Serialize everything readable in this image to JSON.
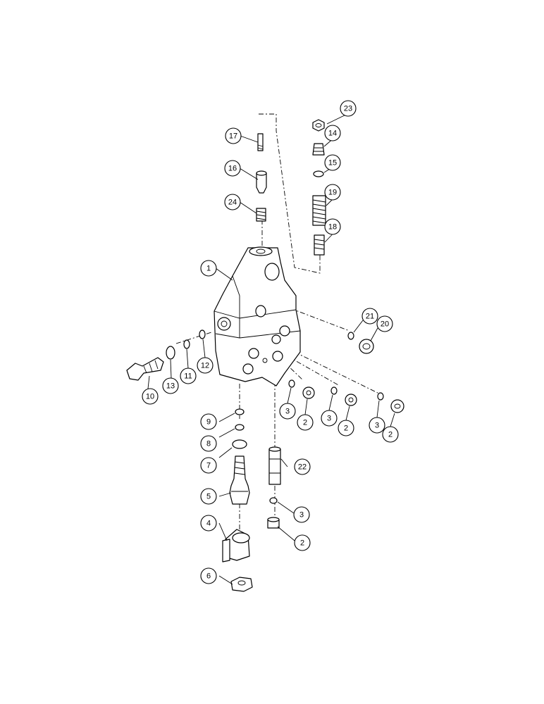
{
  "figure": {
    "type": "exploded-parts-diagram",
    "callouts": [
      {
        "label": "23",
        "part": "nut"
      },
      {
        "label": "14",
        "part": "adjuster"
      },
      {
        "label": "15",
        "part": "seal-ring"
      },
      {
        "label": "19",
        "part": "spring"
      },
      {
        "label": "18",
        "part": "spring"
      },
      {
        "label": "17",
        "part": "pin"
      },
      {
        "label": "16",
        "part": "plunger"
      },
      {
        "label": "24",
        "part": "spring"
      },
      {
        "label": "1",
        "part": "valve-body"
      },
      {
        "label": "21",
        "part": "o-ring"
      },
      {
        "label": "20",
        "part": "plug"
      },
      {
        "label": "10",
        "part": "plug"
      },
      {
        "label": "13",
        "part": "o-ring"
      },
      {
        "label": "11",
        "part": "o-ring"
      },
      {
        "label": "12",
        "part": "o-ring"
      },
      {
        "label": "3",
        "part": "o-ring"
      },
      {
        "label": "2",
        "part": "plug"
      },
      {
        "label": "3",
        "part": "o-ring"
      },
      {
        "label": "2",
        "part": "plug"
      },
      {
        "label": "3",
        "part": "o-ring"
      },
      {
        "label": "2",
        "part": "plug"
      },
      {
        "label": "9",
        "part": "o-ring"
      },
      {
        "label": "8",
        "part": "o-ring"
      },
      {
        "label": "7",
        "part": "o-ring"
      },
      {
        "label": "22",
        "part": "spool"
      },
      {
        "label": "5",
        "part": "solenoid-cartridge"
      },
      {
        "label": "3",
        "part": "o-ring"
      },
      {
        "label": "4",
        "part": "coil"
      },
      {
        "label": "2",
        "part": "plug"
      },
      {
        "label": "6",
        "part": "nut"
      }
    ]
  }
}
